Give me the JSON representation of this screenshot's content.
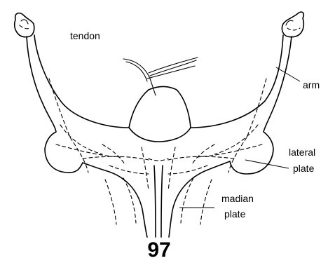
{
  "labels": {
    "tendon": "tendon",
    "arm": "arm",
    "lateral_line1": "lateral",
    "lateral_line2": "plate",
    "median_line1": "madian",
    "median_line2": "plate"
  },
  "figure_number": "97"
}
